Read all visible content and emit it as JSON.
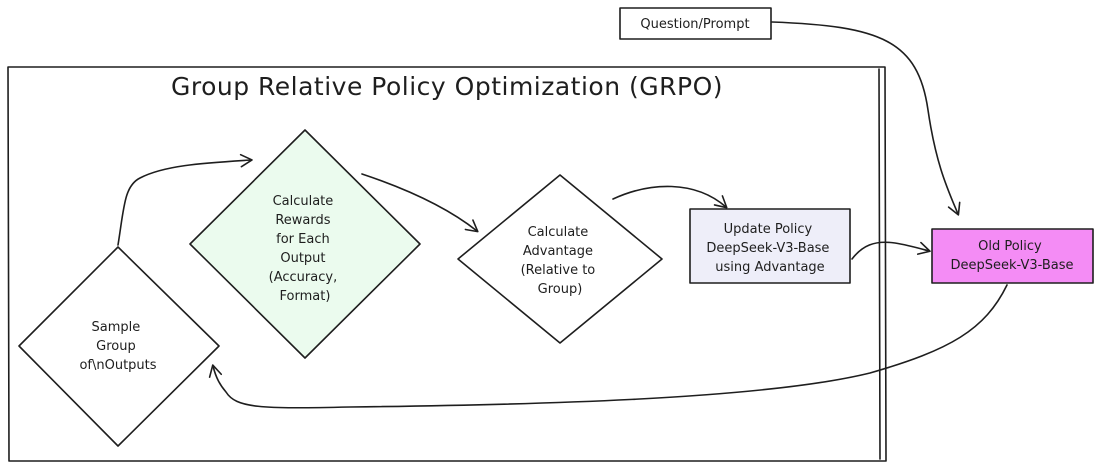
{
  "title": "Group Relative Policy Optimization (GRPO)",
  "nodes": {
    "prompt": {
      "lines": [
        "Question/Prompt"
      ],
      "fill": "#ffffff"
    },
    "sample": {
      "lines": [
        "Sample",
        "Group",
        "of\\nOutputs"
      ],
      "fill": "#ffffff"
    },
    "rewards": {
      "lines": [
        "Calculate",
        "Rewards",
        "for Each",
        "Output",
        "(Accuracy,",
        "Format)"
      ],
      "fill": "#ebfbee"
    },
    "advantage": {
      "lines": [
        "Calculate",
        "Advantage",
        "(Relative to",
        "Group)"
      ],
      "fill": "#ffffff"
    },
    "update": {
      "lines": [
        "Update Policy",
        "DeepSeek-V3-Base",
        "using Advantage"
      ],
      "fill": "#eeeef9"
    },
    "old_policy": {
      "lines": [
        "Old Policy",
        "DeepSeek-V3-Base"
      ],
      "fill": "#f48cf5"
    }
  },
  "colors": {
    "stroke": "#1e1e1e",
    "background": "#ffffff"
  }
}
